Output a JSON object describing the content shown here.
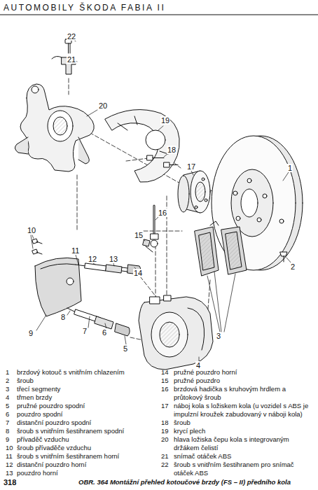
{
  "diagram": {
    "title": "AUTOMOBILY ŠKODA FABIA II",
    "caption": "OBR. 364 Montážní přehled kotoučové brzdy (FS – II) předního kola",
    "labels": [
      "22",
      "21",
      "20",
      "19",
      "18",
      "17",
      "1",
      "16",
      "15",
      "10",
      "11",
      "12",
      "13",
      "14",
      "2",
      "9",
      "8",
      "7",
      "6",
      "5",
      "3",
      "4",
      "1",
      "brzdový kotouč s vnitřním chlazením",
      "2",
      "šroub",
      "3",
      "třecí segmenty",
      "4",
      "třmen brzdy",
      "5",
      "pružné pouzdro spodní",
      "6",
      "pouzdro spodní",
      "7",
      "distanční pouzdro spodní",
      "8",
      "šroub s vnitřním šestihranem spodní",
      "9",
      "přívaděč vzduchu",
      "10",
      "šroub přívaděče vzduchu",
      "11",
      "šroub s vnitřním šestihranem horní",
      "12",
      "distanční pouzdro horní",
      "13",
      "pouzdro horní",
      "14",
      "pružné pouzdro horní",
      "15",
      "pružné pouzdro",
      "16",
      "brzdová hadička s kruhovým hrdlem a průtokový šroub",
      "17",
      "náboj kola s ložiskem kola (u vozidel s ABS je impulzní kroužek zabudovaný v náboji kola)",
      "18",
      "šroub",
      "19",
      "krycí plech",
      "20",
      "hlava ložiska čepu kola s integrovaným držákem čelistí",
      "21",
      "snímač otáček ABS",
      "22",
      "šroub s vnitřním šestihranem pro snímač otáček ABS",
      "318"
    ]
  }
}
